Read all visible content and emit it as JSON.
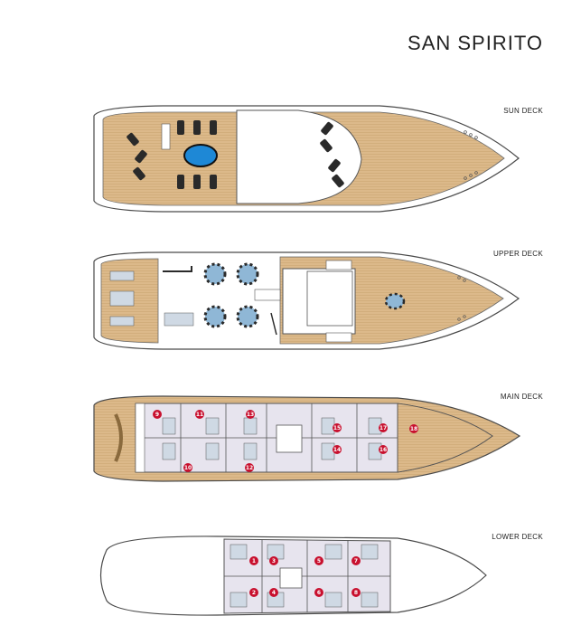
{
  "title": "SAN SPIRITO",
  "decks": {
    "sun": "SUN DECK",
    "upper": "UPPER DECK",
    "main": "MAIN DECK",
    "lower": "LOWER DECK"
  },
  "cabins": {
    "main": [
      "9",
      "10",
      "11",
      "12",
      "13",
      "14",
      "15",
      "16",
      "17",
      "18"
    ],
    "lower": [
      "1",
      "2",
      "3",
      "4",
      "5",
      "6",
      "7",
      "8"
    ]
  },
  "colors": {
    "deck_wood": "#dcb98a",
    "hull": "#ffffff",
    "outline": "#4a4a4a",
    "pool": "#1e88d6",
    "interior": "#e7e4ee",
    "cabin_marker": "#c8102e",
    "furniture": "#2a2a2a",
    "table": "#8fb7d6"
  }
}
